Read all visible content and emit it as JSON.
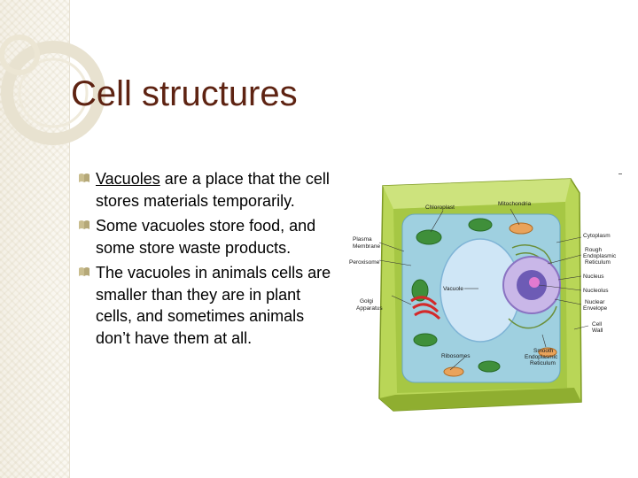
{
  "slide": {
    "title": "Cell structures",
    "bullets": [
      {
        "lead": "Vacuoles",
        "rest": " are a place that the cell stores materials temporarily."
      },
      {
        "lead": "",
        "rest": "Some vacuoles store food, and some store waste products."
      },
      {
        "lead": "",
        "rest": "The vacuoles in animals cells are smaller than they are in plant cells, and sometimes animals don’t have them at all."
      }
    ]
  },
  "diagram": {
    "labels": {
      "chloroplast": "Chloroplast",
      "mitochondria": "Mitochondria",
      "plasma_membrane_1": "Plasma",
      "plasma_membrane_2": "Membrane",
      "peroxisome": "Peroxisome",
      "vacuole": "Vacuole",
      "golgi_1": "Golgi",
      "golgi_2": "Apparatus",
      "ribosomes": "Ribosomes",
      "cytoplasm": "Cytoplasm",
      "rough_er_1": "Rough",
      "rough_er_2": "Endoplasmic",
      "rough_er_3": "Reticulum",
      "nucleus": "Nucleus",
      "nucleolus": "Nucleolus",
      "nuclear_envelope_1": "Nuclear",
      "nuclear_envelope_2": "Envelope",
      "cell_wall_1": "Cell",
      "cell_wall_2": "Wall",
      "smooth_er_1": "Smooth",
      "smooth_er_2": "Endoplasmic",
      "smooth_er_3": "Reticulum"
    }
  },
  "colors": {
    "title": "#5e2312",
    "bullet": "#b5a878",
    "cell_wall": "#9fc23a",
    "cytoplasm": "#9ccfe0",
    "vacuole": "#cfe5f4",
    "nucleus": "#7b6fb8"
  }
}
